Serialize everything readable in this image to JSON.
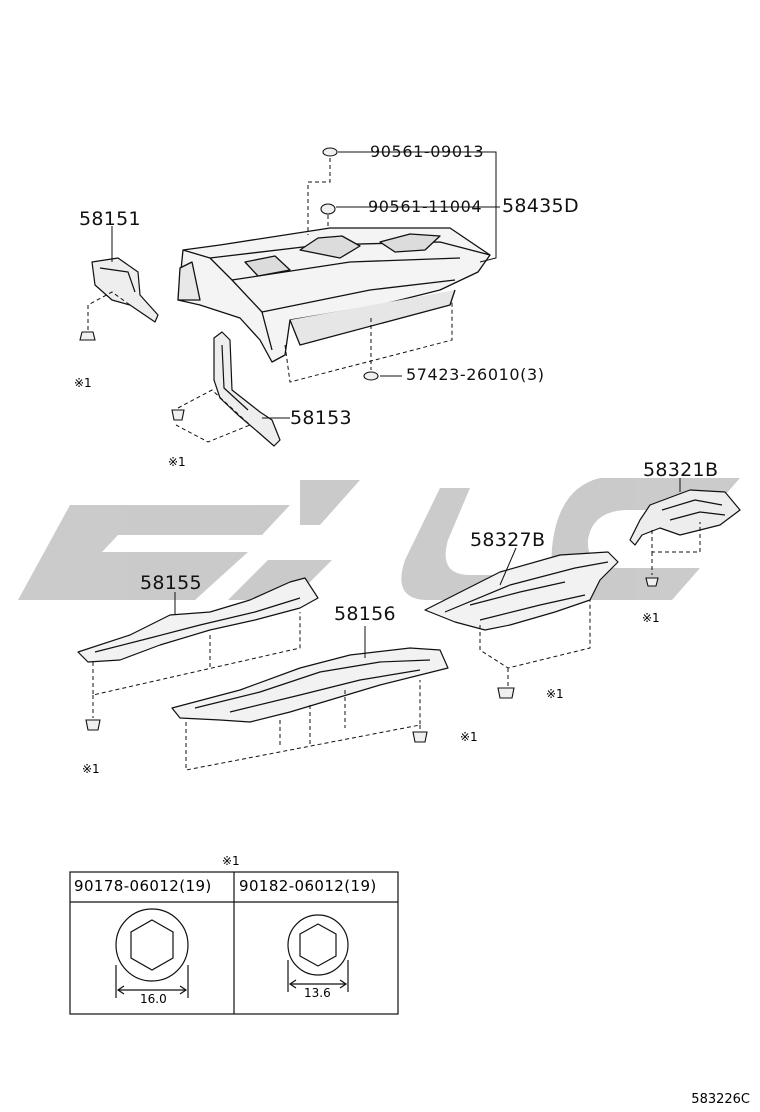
{
  "parts": {
    "p58151": "58151",
    "p58153": "58153",
    "p58435D": "58435D",
    "p90561_09013": "90561-09013",
    "p90561_11004": "90561-11004",
    "p57423": "57423-26010(3)",
    "p58321B": "58321B",
    "p58327B": "58327B",
    "p58155": "58155",
    "p58156": "58156"
  },
  "note_mark": "※1",
  "fastener_table": {
    "title": "※1",
    "columns": [
      {
        "part": "90178-06012(19)",
        "dimension": "16.0"
      },
      {
        "part": "90182-06012(19)",
        "dimension": "13.6"
      }
    ]
  },
  "drawing_id": "583226C",
  "watermark_color": "#c8c8c8"
}
